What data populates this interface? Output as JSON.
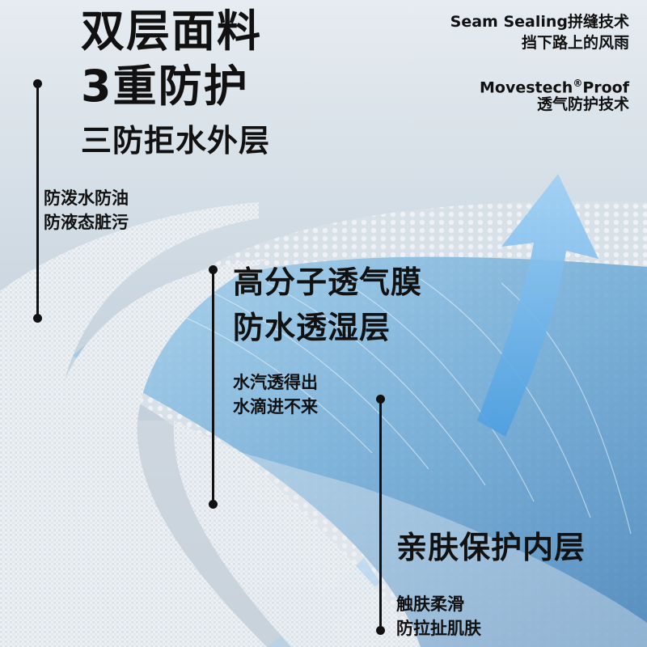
{
  "headline": {
    "line1": "双层面料",
    "line2": "3重防护",
    "line3": "三防拒水外层"
  },
  "outer_layer": {
    "line1": "防泼水防油",
    "line2": "防液态脏污"
  },
  "membrane": {
    "title_line1": "高分子透气膜",
    "title_line2": "防水透湿层",
    "desc_line1": "水汽透得出",
    "desc_line2": "水滴进不来"
  },
  "inner_layer": {
    "title": "亲肤保护内层",
    "desc_line1": "触肤柔滑",
    "desc_line2": "防拉扯肌肤"
  },
  "tech": {
    "seam_line1": "Seam Sealing拼缝技术",
    "seam_line2": "挡下路上的风雨",
    "proof_name": "Movestech",
    "proof_mark": "®",
    "proof_suffix": "Proof",
    "proof_line2": "透气防护技术"
  },
  "colors": {
    "text": "#111111",
    "arrow_blue": "#5fb0ec",
    "fiber_blue": "#7ab7dd",
    "fabric_grey": "#eef1f4",
    "sky": "#cfd9e2"
  }
}
